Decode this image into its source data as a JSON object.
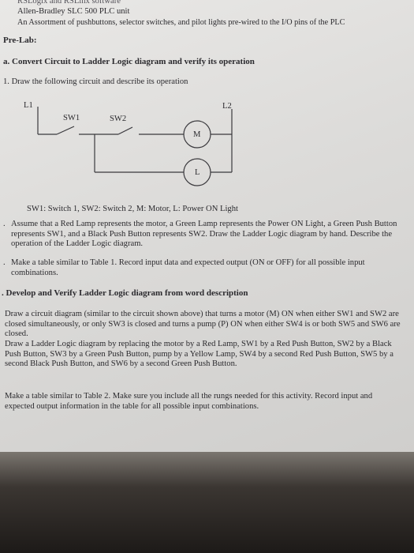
{
  "header": {
    "line0": "RSLogix and RSLinx software",
    "line1": "Allen-Bradley SLC 500 PLC unit",
    "line2": "An Assortment of pushbuttons, selector switches, and pilot lights pre-wired to the I/O pins of the PLC"
  },
  "prelab": {
    "title": "Pre-Lab:",
    "section_a": "a. Convert Circuit to Ladder Logic diagram and verify its operation",
    "step1": "1.  Draw the following circuit and describe its operation"
  },
  "diagram": {
    "l1": "L1",
    "l2": "L2",
    "sw1": "SW1",
    "sw2": "SW2",
    "motor": "M",
    "lamp": "L",
    "caption": "SW1: Switch 1, SW2: Switch 2, M: Motor, L: Power ON Light"
  },
  "part_a_items": {
    "item2": "Assume that a Red Lamp represents the motor, a Green Lamp represents the Power ON Light, a Green Push Button represents SW1, and a Black Push Button represents SW2. Draw the Ladder Logic diagram by hand. Describe the operation of the Ladder Logic diagram.",
    "item3": "Make a table similar to Table 1. Record input data and expected output (ON or OFF) for all possible input combinations."
  },
  "section_b": {
    "title": "Develop and Verify Ladder Logic diagram from word description",
    "item1": "Draw a circuit diagram (similar to the circuit shown above) that turns a motor (M) ON when either SW1 and SW2 are closed simultaneously, or only SW3 is closed and turns a pump (P) ON when either SW4 is or both SW5 and SW6 are closed.",
    "item2": "Draw a Ladder Logic diagram by replacing the motor by a Red Lamp, SW1 by a Red Push Button, SW2 by a Black Push Button, SW3 by a Green Push Button, pump by a Yellow Lamp, SW4 by a second Red Push Button, SW5 by a second Black Push Button, and SW6 by a second Green Push Button.",
    "item3": "Make a table similar to Table 2. Make sure you include all the rungs needed for this activity. Record input and expected output information in the table for all possible input combinations."
  }
}
